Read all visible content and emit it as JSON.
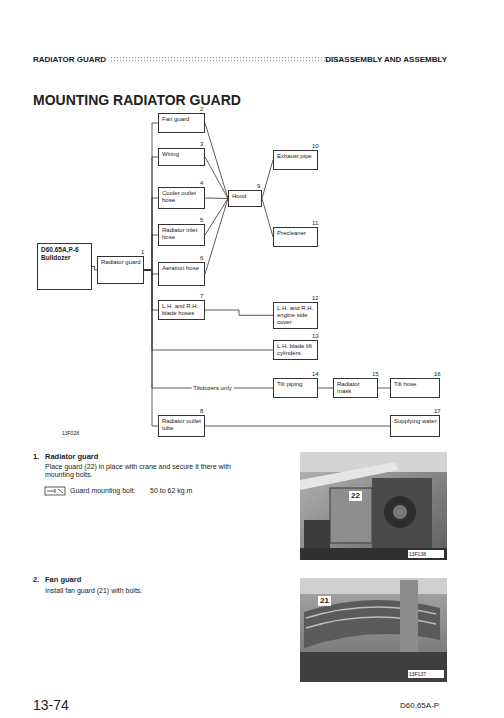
{
  "diagram": {
    "title": "MOUNTING RADIATOR GUARD",
    "nodes": [
      {
        "text": [
          "D60.65A,P-6 Bulldozer"
        ]
      },
      {
        "text": [
          "Radiator guard"
        ]
      },
      {
        "text": [
          "Fan guard"
        ]
      },
      {
        "text": [
          "Wiring"
        ]
      },
      {
        "text": [
          "Cooler outlet hose"
        ]
      },
      {
        "text": [
          "Radiator inlet hose"
        ]
      },
      {
        "text": [
          "Aeration hose"
        ]
      },
      {
        "text": [
          "L.H. and R.H. blade hoses"
        ]
      },
      {
        "text": [
          "Radiator outlet tube"
        ]
      },
      {
        "text": [
          "Hood"
        ]
      },
      {
        "text": [
          "Exhaust pipe"
        ]
      },
      {
        "text": [
          "Precleaner"
        ]
      },
      {
        "text": [
          "L.H. and R.H. engine side cover"
        ]
      },
      {
        "text": [
          "L.H. blade lift cylinders"
        ]
      },
      {
        "text": [
          "Tilt piping"
        ]
      },
      {
        "text": [
          "Radiator mask"
        ]
      },
      {
        "text": [
          "Tilt hose"
        ]
      },
      {
        "text": [
          "Supplying water"
        ]
      }
    ],
    "edges": [
      {
        "from": 0,
        "to": 1,
        "arrow": "none"
      },
      {
        "from": 1,
        "to": 2,
        "arrow": "none"
      },
      {
        "from": 1,
        "to": 3,
        "arrow": "none"
      },
      {
        "from": 1,
        "to": 4,
        "arrow": "none"
      },
      {
        "from": 1,
        "to": 5,
        "arrow": "none"
      },
      {
        "from": 1,
        "to": 6,
        "arrow": "none"
      },
      {
        "from": 1,
        "to": 7,
        "arrow": "none"
      },
      {
        "from": 1,
        "to": 8,
        "arrow": "none"
      },
      {
        "from": 1,
        "to": 13,
        "arrow": "none"
      },
      {
        "from": 1,
        "to": 14,
        "label": "Tiltdozers only",
        "arrow": "none"
      },
      {
        "from": 2,
        "to": 9,
        "arrow": "none"
      },
      {
        "from": 3,
        "to": 9,
        "arrow": "none"
      },
      {
        "from": 4,
        "to": 9,
        "arrow": "none"
      },
      {
        "from": 5,
        "to": 9,
        "arrow": "none"
      },
      {
        "from": 6,
        "to": 9,
        "arrow": "none"
      },
      {
        "from": 9,
        "to": 10,
        "arrow": "none"
      },
      {
        "from": 9,
        "to": 11,
        "arrow": "none"
      },
      {
        "from": 7,
        "to": 12,
        "arrow": "none"
      },
      {
        "from": 14,
        "to": 15,
        "arrow": "none"
      },
      {
        "from": 15,
        "to": 16,
        "arrow": "none"
      },
      {
        "from": 8,
        "to": 17,
        "arrow": "none"
      }
    ],
    "labels": [
      "RADIATOR GUARD",
      "DISASSEMBLY AND ASSEMBLY",
      "1",
      "2",
      "3",
      "4",
      "5",
      "6",
      "7",
      "8",
      "9",
      "10",
      "11",
      "12",
      "13",
      "14",
      "15",
      "16",
      "17",
      "13F028",
      "1.",
      "Radiator guard",
      "Place guard (22) in place with crane and secure it there with mounting bolts.",
      "Guard mounting bolt:",
      "50 to 62 kg.m",
      "22",
      "13F138",
      "2.",
      "Fan guard",
      "Install fan guard (21) with bolts.",
      "21",
      "13F137",
      "13-74",
      "D60,65A-P"
    ]
  }
}
